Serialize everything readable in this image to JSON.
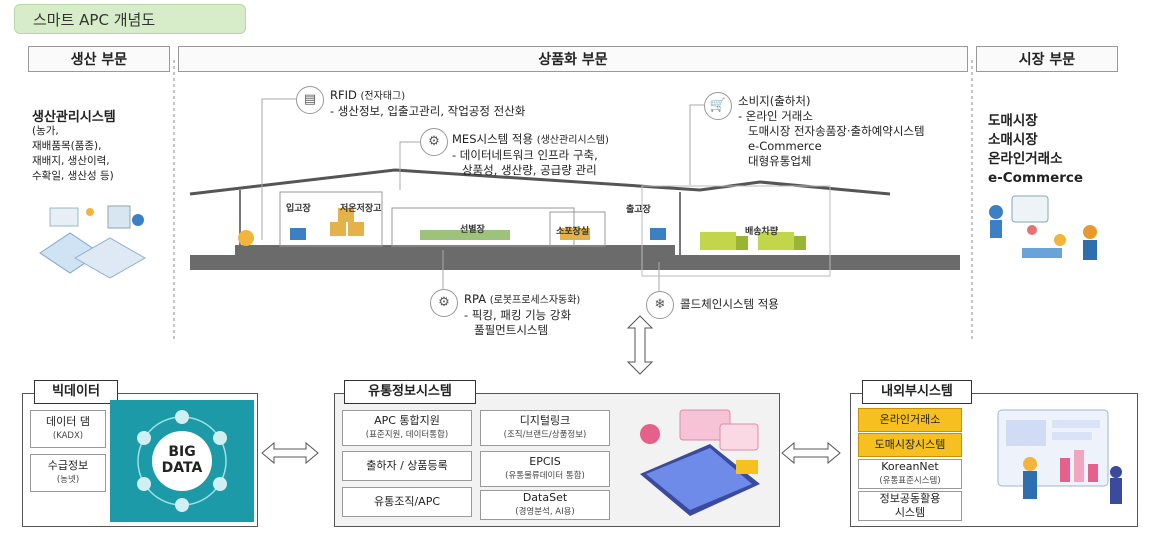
{
  "title": "스마트 APC 개념도",
  "banners": {
    "production": "생산 부문",
    "commercialization": "상품화 부문",
    "market": "시장 부문"
  },
  "production": {
    "heading": "생산관리시스템",
    "details": [
      "(농가,",
      "재배품목(품종),",
      "재배지, 생산이력,",
      "수확일, 생산성 등)"
    ]
  },
  "market": {
    "items": [
      "도매시장",
      "소매시장",
      "온라인거래소",
      "e-Commerce"
    ]
  },
  "callouts": {
    "rfid": {
      "title": "RFID",
      "title_note": "(전자태그)",
      "lines": [
        "- 생산정보, 입출고관리, 작업공정 전산화"
      ]
    },
    "mes": {
      "title": "MES시스템 적용",
      "title_note": "(생산관리시스템)",
      "lines": [
        "- 데이터네트워크 인프라 구축,",
        "상품성, 생산량, 공급량 관리"
      ]
    },
    "consumer": {
      "title": "소비지(출하처)",
      "lines": [
        "- 온라인 거래소",
        "도매시장 전자송품장·출하예약시스템",
        "e-Commerce",
        "대형유통업체"
      ]
    },
    "rpa": {
      "title": "RPA",
      "title_note": "(로봇프로세스자동화)",
      "lines": [
        "- 픽킹, 패킹 기능 강화",
        "풀필먼트시스템"
      ]
    },
    "coldchain": {
      "title": "콜드체인시스템 적용"
    }
  },
  "zones": [
    "입고장",
    "저온저장고",
    "선별장",
    "소포장실",
    "출고장",
    "배송차량"
  ],
  "bigdata": {
    "title": "빅데이터",
    "items": [
      {
        "label": "데이터 댐",
        "sub": "(KADX)"
      },
      {
        "label": "수급정보",
        "sub": "(농넷)"
      }
    ],
    "graphic_line1": "BIG",
    "graphic_line2": "DATA"
  },
  "distribution": {
    "title": "유통정보시스템",
    "cells": [
      {
        "label": "APC 통합지원",
        "sub": "(표준지원, 데이터통합)"
      },
      {
        "label": "디지털링크",
        "sub": "(조직/브랜드/상품정보)"
      },
      {
        "label": "출하자 / 상품등록",
        "sub": ""
      },
      {
        "label": "EPCIS",
        "sub": "(유통물류데이터 통합)"
      },
      {
        "label": "유통조직/APC",
        "sub": ""
      },
      {
        "label": "DataSet",
        "sub": "(경영분석, AI용)"
      }
    ]
  },
  "external": {
    "title": "내외부시스템",
    "cells": [
      {
        "label": "온라인거래소",
        "sub": "",
        "highlight": true
      },
      {
        "label": "도매시장시스템",
        "sub": "",
        "highlight": true
      },
      {
        "label": "KoreanNet",
        "sub": "(유통표준시스템)",
        "highlight": false
      },
      {
        "label": "정보공동활용",
        "sub": "시스템",
        "highlight": false
      }
    ]
  },
  "colors": {
    "highlight": "#f6c021",
    "title_tag": "#d7ecc8",
    "ground": "#666666",
    "bigdata_bg": "#1c9aa8"
  }
}
